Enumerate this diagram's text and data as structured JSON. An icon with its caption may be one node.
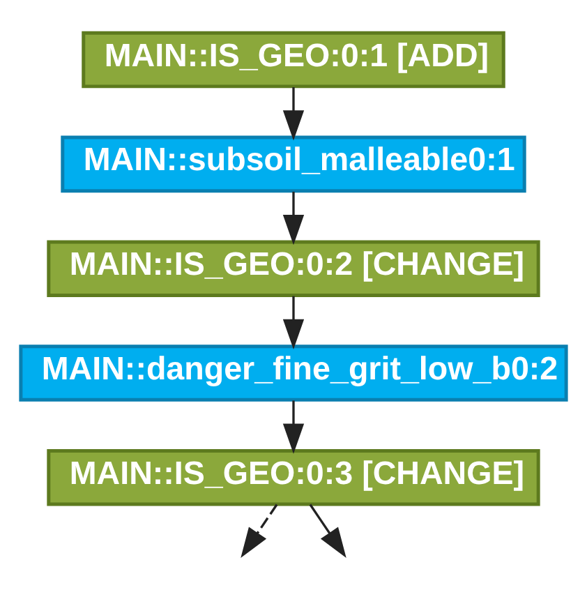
{
  "diagram": {
    "nodes": [
      {
        "text": [
          "MAIN::IS_GEO:0:1 [ADD]"
        ]
      },
      {
        "text": [
          "MAIN::subsoil_malleable0:1"
        ]
      },
      {
        "text": [
          "MAIN::IS_GEO:0:2 [CHANGE]"
        ]
      },
      {
        "text": [
          "MAIN::danger_fine_grit_low_b0:2"
        ]
      },
      {
        "text": [
          "MAIN::IS_GEO:0:3 [CHANGE]"
        ]
      }
    ],
    "edges": [
      {
        "from": 0,
        "to": 1,
        "arrow": "to"
      },
      {
        "from": 1,
        "to": 2,
        "arrow": "to"
      },
      {
        "from": 2,
        "to": 3,
        "arrow": "to"
      },
      {
        "from": 3,
        "to": 4,
        "arrow": "to"
      },
      {
        "from": 4,
        "to": null,
        "arrow": "to",
        "style": "dashed"
      },
      {
        "from": 4,
        "to": null,
        "arrow": "to"
      }
    ]
  }
}
